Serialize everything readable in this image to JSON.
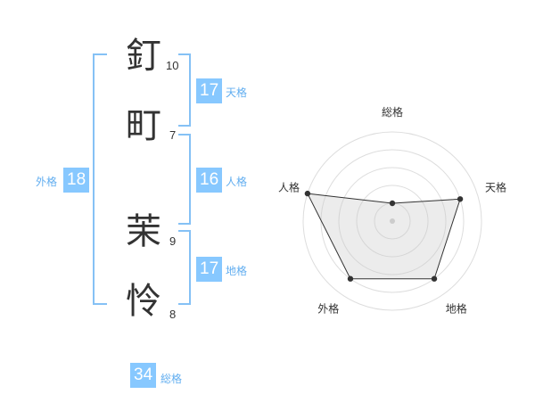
{
  "name": {
    "chars": [
      {
        "char": "釘",
        "strokes": "10"
      },
      {
        "char": "町",
        "strokes": "7"
      },
      {
        "char": "茉",
        "strokes": "9"
      },
      {
        "char": "怜",
        "strokes": "8"
      }
    ]
  },
  "kaku": {
    "tenkaku": {
      "value": "17",
      "label": "天格"
    },
    "jinkaku": {
      "value": "16",
      "label": "人格"
    },
    "chikaku": {
      "value": "17",
      "label": "地格"
    },
    "gaikaku": {
      "value": "18",
      "label": "外格"
    },
    "soukaku": {
      "value": "34",
      "label": "総格"
    }
  },
  "colors": {
    "accent": "#87c8ff",
    "bracket": "#85c1f5",
    "label": "#62aef0"
  },
  "chart_data": {
    "type": "radar",
    "categories": [
      "総格",
      "天格",
      "地格",
      "外格",
      "人格"
    ],
    "values": [
      1,
      4,
      4,
      4,
      5
    ],
    "rmax": 5,
    "grid": "concentric circles"
  }
}
